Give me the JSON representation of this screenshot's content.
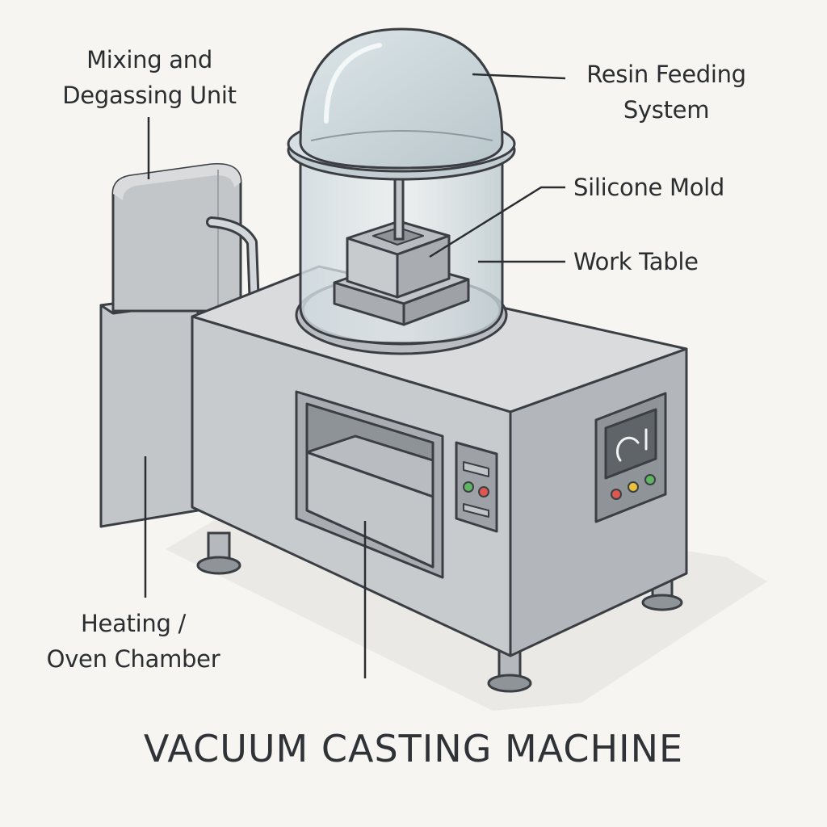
{
  "labels": {
    "mixing": {
      "line1": "Mixing and",
      "line2": "Degassing Unit"
    },
    "resin": {
      "line1": "Resin Feeding",
      "line2": "System"
    },
    "mold": {
      "line1": "Silicone Mold"
    },
    "table": {
      "line1": "Work Table"
    },
    "heating": {
      "line1": "Heating /",
      "line2": "Oven Chamber"
    }
  },
  "title": "VACUUM CASTING MACHINE",
  "colors": {
    "background": "#f7f5f1",
    "outline": "#3b3f43",
    "metal_light": "#d9dbdd",
    "metal_mid": "#c3c6c9",
    "metal_dark": "#9ea2a6",
    "glass": "#c9d6db",
    "led_red": "#e0574f",
    "led_yellow": "#e8c23a",
    "led_green": "#5fb562"
  }
}
